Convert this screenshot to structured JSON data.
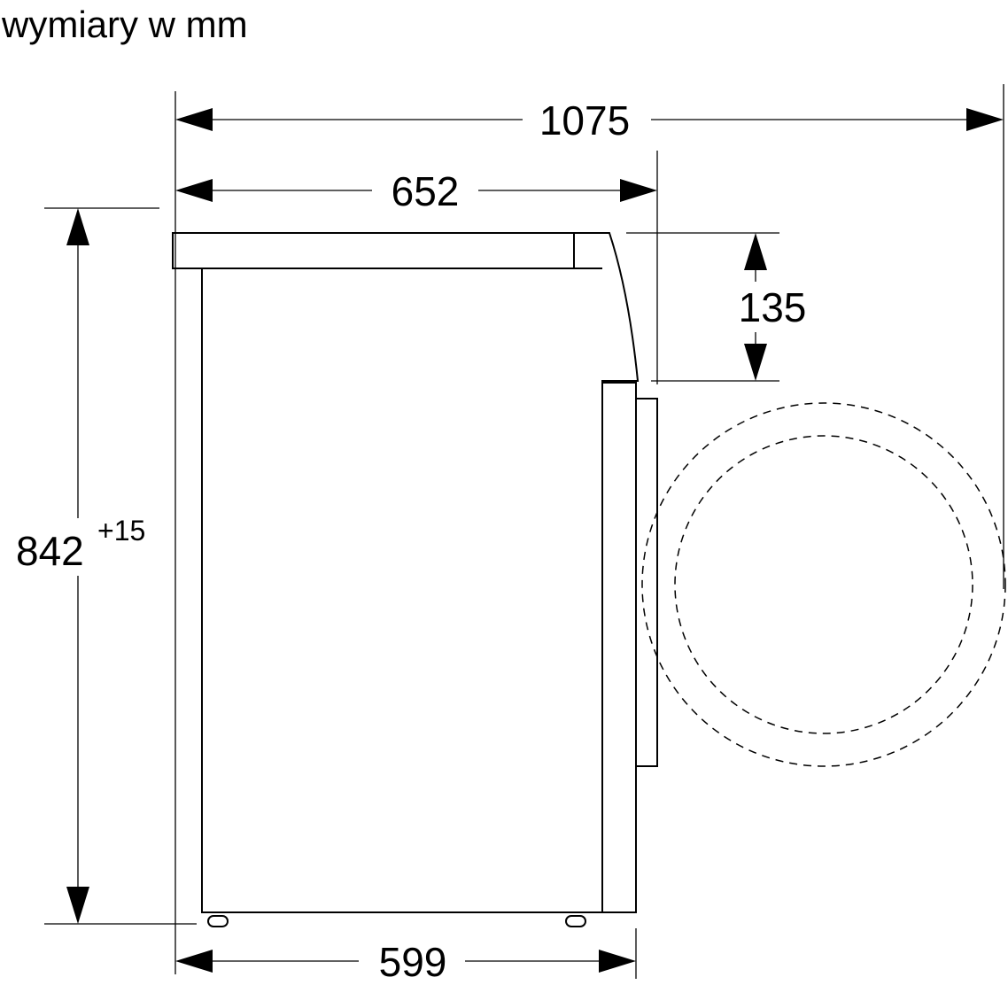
{
  "title": "wymiary w mm",
  "dimensions": {
    "total_depth": "1075",
    "depth": "652",
    "height": "842",
    "height_tolerance": "+15",
    "console_height": "135",
    "width": "599"
  }
}
